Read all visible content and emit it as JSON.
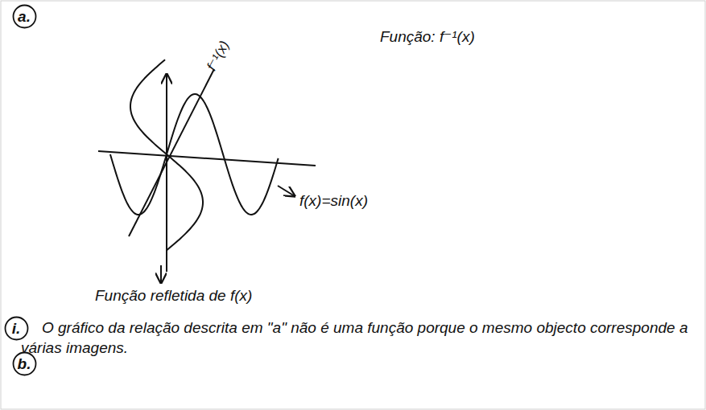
{
  "diagram": {
    "nodes": [
      {
        "text": [
          "a."
        ]
      },
      {
        "text": [
          "i."
        ]
      },
      {
        "text": [
          "b."
        ]
      }
    ],
    "labels": [
      "f⁻¹(x)",
      "Função: f⁻¹(x)",
      "f(x)=sin(x)",
      "Função refletida de f(x)",
      "O gráfico da relação descrita em \"a\" não é uma função porque o mesmo objecto corresponde a várias imagens."
    ]
  }
}
